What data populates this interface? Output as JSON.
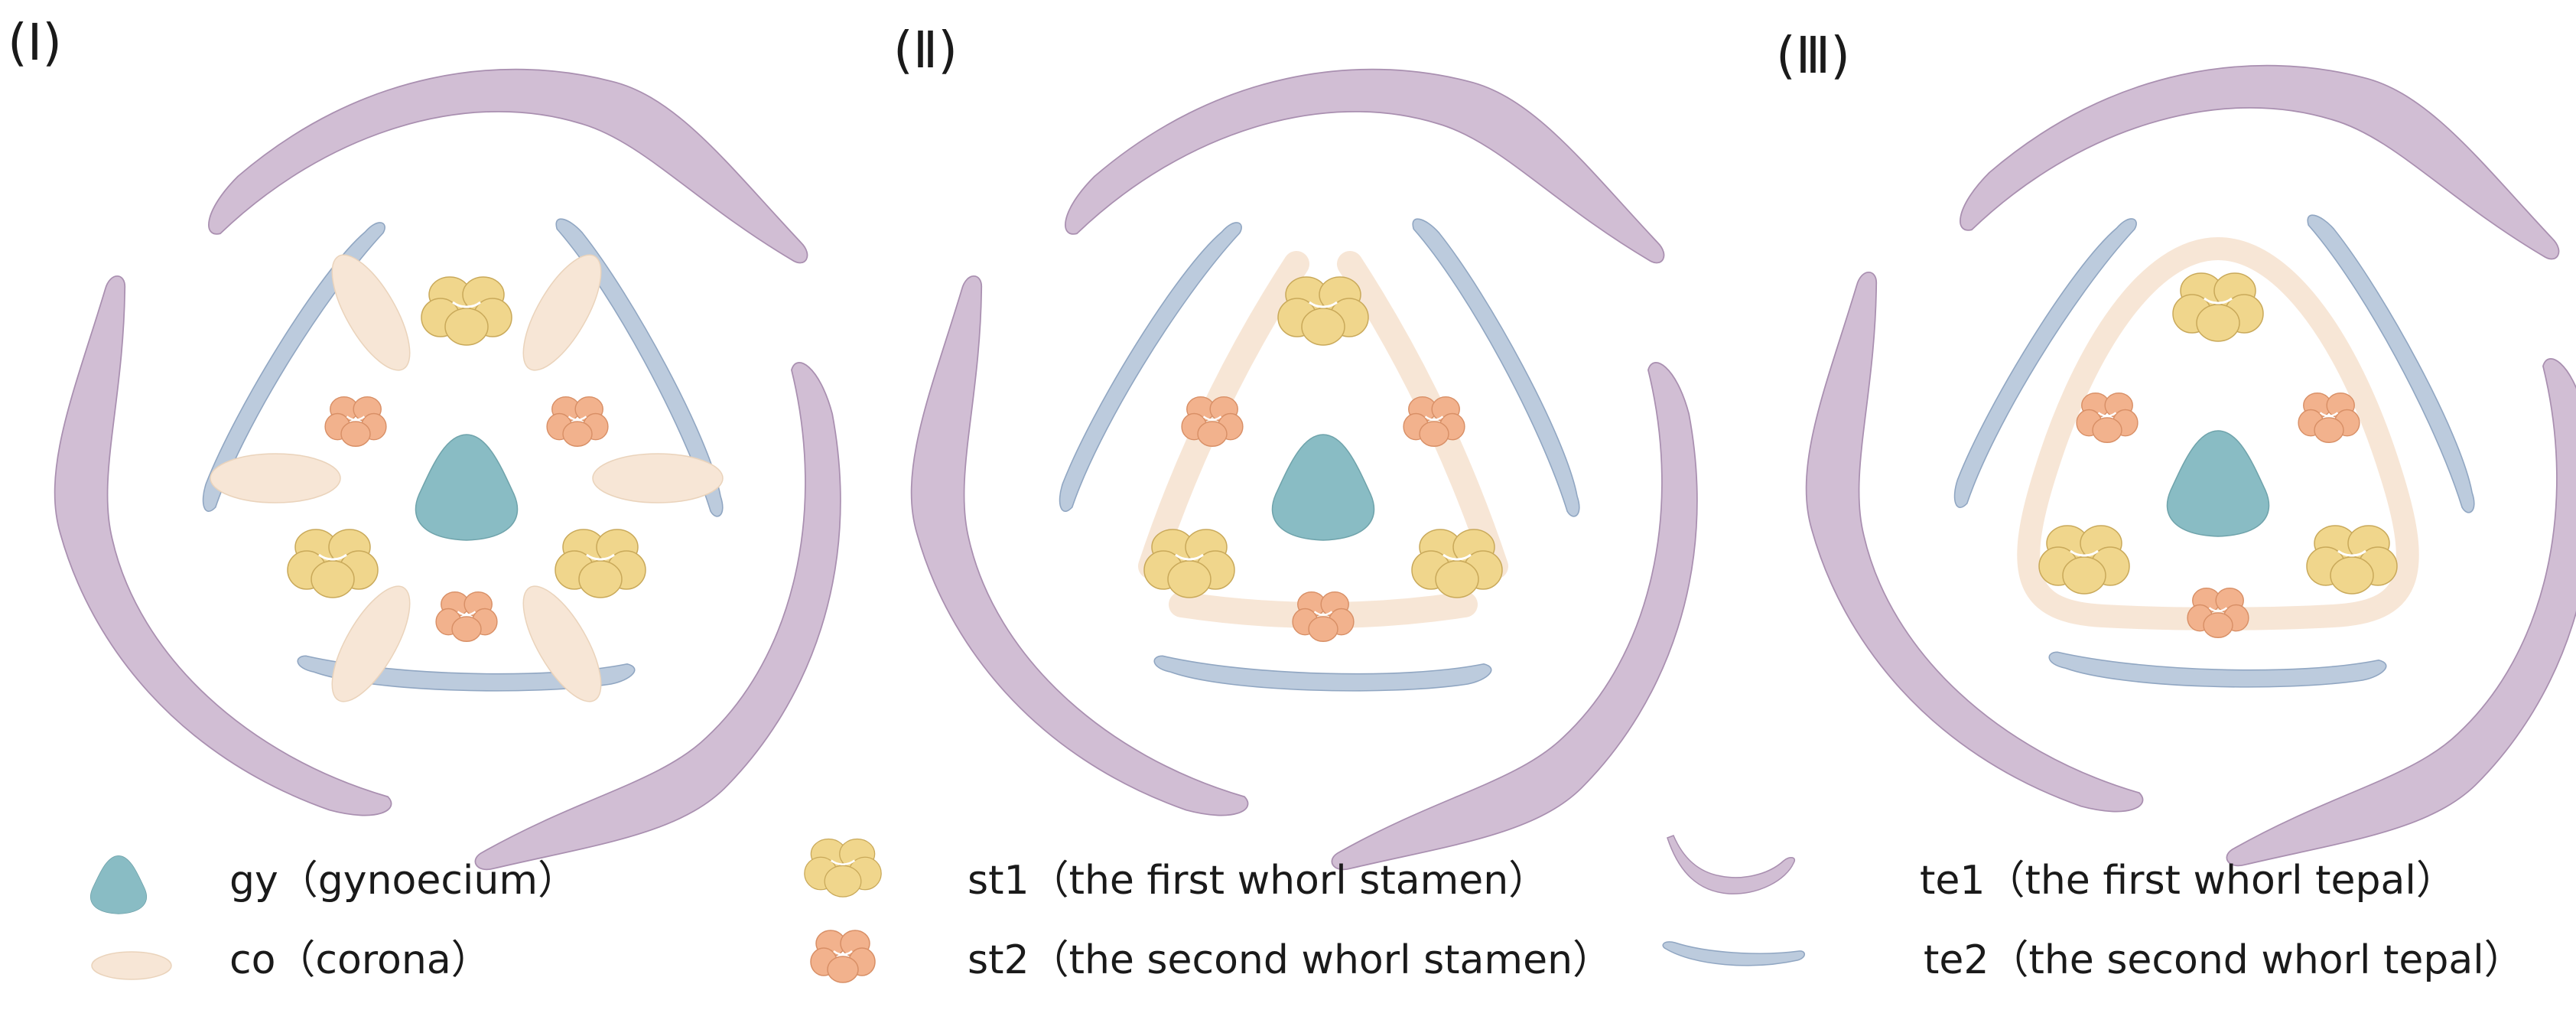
{
  "panels": [
    {
      "label": "(Ⅰ)",
      "variant": "separate-corona-segments"
    },
    {
      "label": "(Ⅱ)",
      "variant": "three-connected-corona-bands"
    },
    {
      "label": "(Ⅲ)",
      "variant": "closed-corona-ring"
    }
  ],
  "legend": {
    "gy": "gy（gynoecium）",
    "co": "co（corona）",
    "st1": "st1（the first whorl stamen）",
    "st2": "st2（the second whorl stamen）",
    "te1": "te1（the first whorl tepal）",
    "te2": "te2（the second whorl tepal）"
  },
  "colors": {
    "gynoecium": "#89bcc4",
    "corona": "#f7e6d6",
    "stamen_first_whorl": "#f0d68c",
    "stamen_second_whorl": "#f2b28d",
    "tepal_first_whorl": "#d1bed4",
    "tepal_second_whorl": "#bccbdd"
  }
}
